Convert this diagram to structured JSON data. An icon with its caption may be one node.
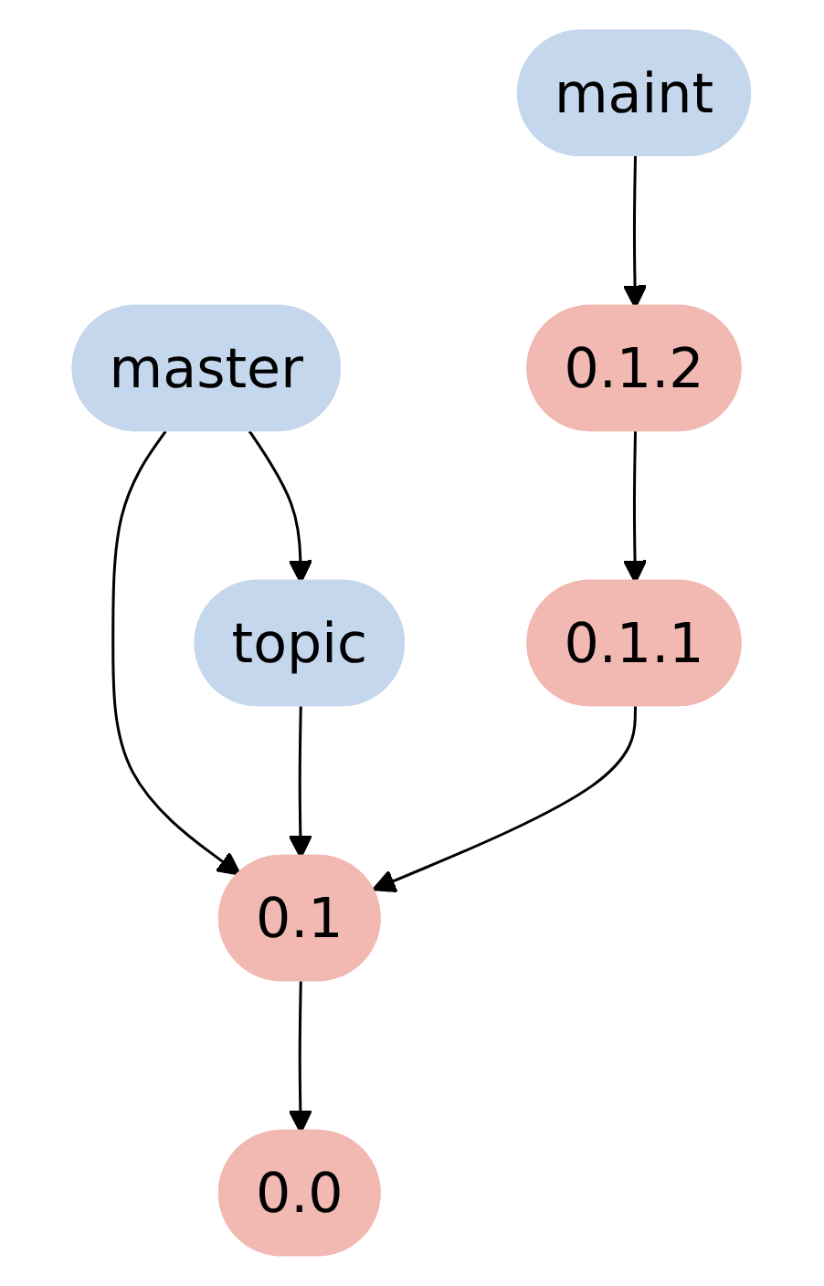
{
  "diagram": {
    "nodes": [
      {
        "text": [
          "maint"
        ]
      },
      {
        "text": [
          "master"
        ]
      },
      {
        "text": [
          "0.1.2"
        ]
      },
      {
        "text": [
          "topic"
        ]
      },
      {
        "text": [
          "0.1.1"
        ]
      },
      {
        "text": [
          "0.1"
        ]
      },
      {
        "text": [
          "0.0"
        ]
      }
    ],
    "edges": [
      {
        "from": 0,
        "to": 2,
        "arrow": "to"
      },
      {
        "from": 1,
        "to": 3,
        "arrow": "to"
      },
      {
        "from": 1,
        "to": 5,
        "arrow": "to"
      },
      {
        "from": 2,
        "to": 4,
        "arrow": "to"
      },
      {
        "from": 3,
        "to": 5,
        "arrow": "to"
      },
      {
        "from": 4,
        "to": 5,
        "arrow": "to"
      },
      {
        "from": 5,
        "to": 6,
        "arrow": "to"
      }
    ]
  }
}
